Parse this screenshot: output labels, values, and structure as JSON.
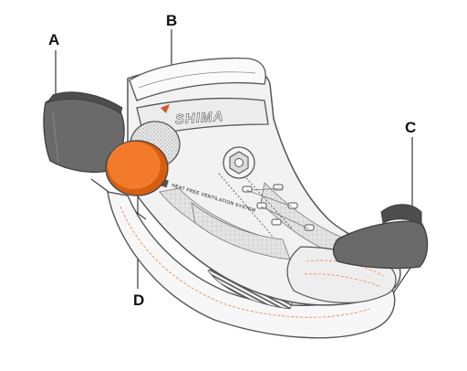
{
  "callouts": {
    "a": "A",
    "b": "B",
    "c": "C",
    "d": "D"
  },
  "boot": {
    "brand_text": "SHIMA",
    "tech_label": "HEAT FREE VENTILATION SYSTEM"
  },
  "colors": {
    "outline": "#555555",
    "slider_pad": "#6a6a6a",
    "slider_pad_dark": "#4d4d4d",
    "ankle_disc": "#f27a2a",
    "ankle_disc_rim": "#d45e12",
    "mesh": "#e3e3e3",
    "stitch_accent": "#e8875a"
  },
  "icons": {
    "boa_dial": "boa-dial-icon",
    "brand_logo": "shima-logo-icon"
  }
}
